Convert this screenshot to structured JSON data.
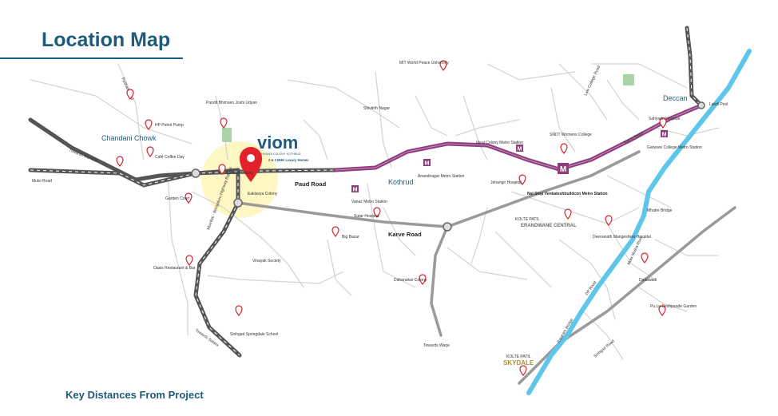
{
  "header": {
    "title": "Location Map"
  },
  "footer": {
    "text": "Key Distances From Project"
  },
  "project": {
    "logo_text": "viom",
    "logo_sub": "BHUSARI COLONY, KOTHRUD",
    "tagline": "2 & 3 BHK Luxury Homes"
  },
  "areas": {
    "chandani_chowk": "Chandani Chowk",
    "kothrud": "Kothrud",
    "deccan": "Deccan"
  },
  "roads": {
    "paud_road": "Paud Road",
    "karve_road": "Karve Road",
    "towards_mumbai": "Towards Mumbai",
    "mulsi_road": "Mulsi Road",
    "pashan_road": "Pashan Road",
    "highway": "Mumbai - Bengaluru Highway Bypass",
    "towards_satara": "Towards Satara",
    "towards_warje": "Towards Warje",
    "law_college_road": "Law College Road",
    "karve_road_east": "Karve Road",
    "dp_road": "DP Road",
    "mutha_river": "Mula Mutha River",
    "sinhgad_road": "Sinhgad Road",
    "lakdi_pool": "Lakdi Pool",
    "mhatre_bridge": "Mhatre Bridge",
    "rajaram_bridge": "Rajaram Bridge"
  },
  "places": {
    "hp_pump": "HP Petrol Pump",
    "cafe_coffee_day": "Café Coffee Day",
    "garden_court": "Garden Court",
    "pandit_bhimsen": "Pandit Bhimsen Joshi Udyan",
    "bhusari_colony": "Bhusari Colony",
    "eaklavya_colony": "Eaklavya Colony",
    "oasis": "Oasis Restaurant & Bar",
    "vinayak_society": "Vinayak Society",
    "sinhgad_school": "Sinhgad Springdale School",
    "shivtirth_nagar": "Shivtirth Nagar",
    "mit_university": "MIT World Peace University",
    "vanaz_metro": "Vanaz Metro Station",
    "anandnagar_metro": "Anandnagar Metro Station",
    "sutar_hospital": "Sutar Hospital",
    "big_bazar": "Big Bazar",
    "dahanukar_colony": "Dahanukar Colony",
    "ideal_colony_metro": "Ideal Colony Metro Station",
    "jehangir_hospital": "Jehangir Hospital",
    "sndt_college": "SNDT Womens College",
    "nal_stop_metro": "Nal Stop Venkateshbuildcon Metro Station",
    "erandwane_pre": "KOLTE PATIL",
    "erandwane_central": "ERANDWANE CENTRAL",
    "deenanath_hospital": "Deenanath Mangeshkar Hospital",
    "sahyadri_hospital": "Sahyadri Hospital",
    "garware_metro": "Garware College Metro Station",
    "dattawadi": "Dattawadi",
    "pu_la_garden": "Pu.La Deshpande Garden",
    "skydale_pre": "KOLTE PATIL",
    "skydale": "SKYDALE"
  },
  "metro_badge": "M",
  "colors": {
    "title": "#1e5b7b",
    "metro_line": "#8d3e7e",
    "highway": "#555555",
    "arterial": "#999999",
    "river": "#5ec6ea",
    "pin": "#d71f2a",
    "project_pin": "#e3212b",
    "glow": "#fff6b8"
  }
}
